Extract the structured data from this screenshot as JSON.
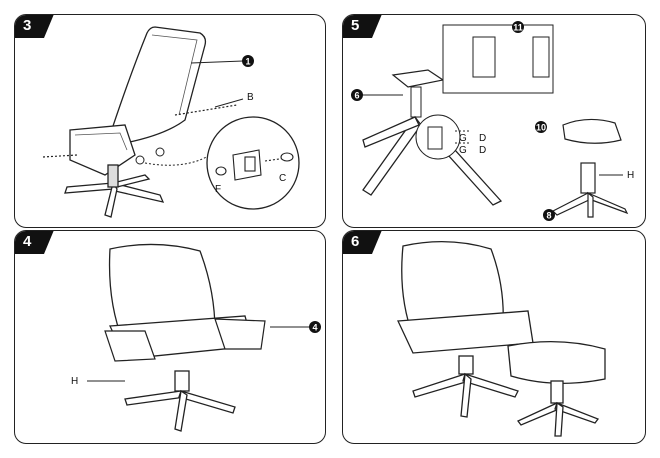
{
  "panels": [
    {
      "step": "3",
      "labels": {
        "part": "1",
        "bolt": "B",
        "washer": "F",
        "nut": "C"
      }
    },
    {
      "step": "5",
      "labels": {
        "base": "6",
        "bracket": "11",
        "screw_top": "G",
        "ref_top": "D",
        "screw_bottom": "G",
        "ref_bottom": "D",
        "cushion": "10",
        "screw_h": "H",
        "base_small": "8"
      }
    },
    {
      "step": "4",
      "labels": {
        "armrest": "4",
        "screw_h": "H"
      }
    },
    {
      "step": "6",
      "labels": {}
    }
  ]
}
